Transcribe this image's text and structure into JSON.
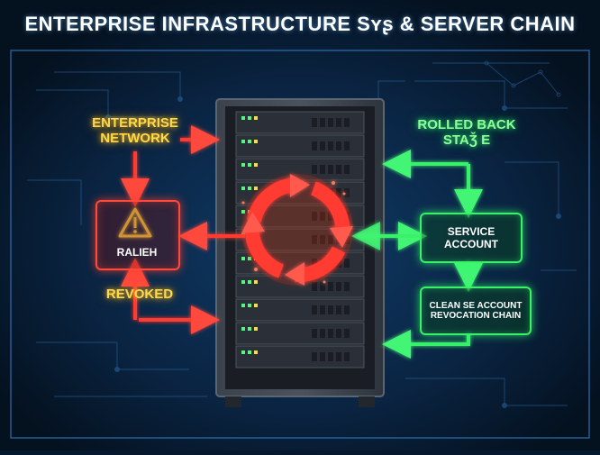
{
  "title": "ENTERPRISE INFRASTRUCTURE Sʏʂ & SERVER CHAIN",
  "labels": {
    "enterprise_network": "ENTERPRISE\nNETWORK",
    "alert_box": "RALIEH",
    "revoked": "REVOKED",
    "rolled_back": "ROLLED BACK\nSTAǮ E",
    "service_account": "SERVICE\nACCOUNT",
    "revocation_chain": "CLEAN SE ACCOUNT\nREVOCATION CHAIN"
  },
  "icons": {
    "warning": "warning-triangle-icon",
    "cycle": "red-cycle-arrows-icon"
  },
  "colors": {
    "background": "#06182d",
    "red_flow": "#ff3b30",
    "green_flow": "#39f06a",
    "yellow_text": "#ffd94a",
    "server": "#2a2f36"
  }
}
